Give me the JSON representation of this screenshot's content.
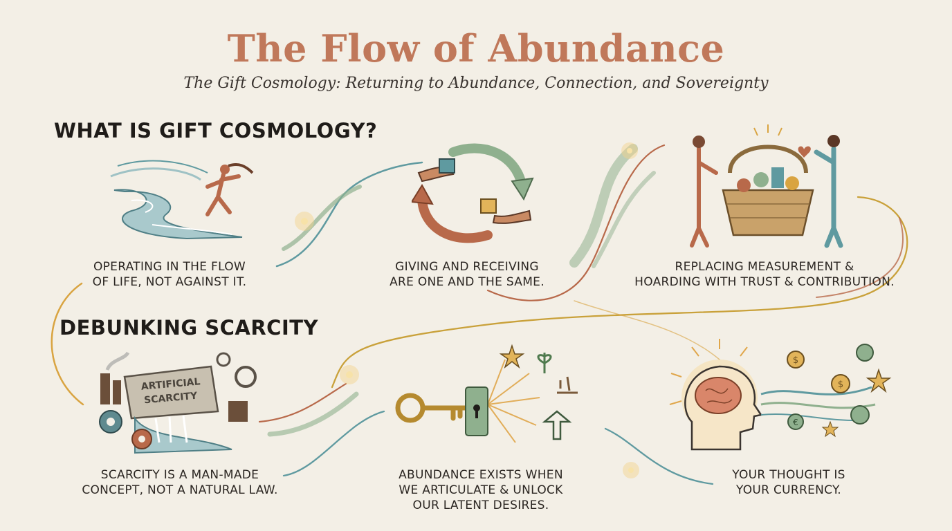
{
  "title": "The Flow of Abundance",
  "subtitle": "The Gift Cosmology: Returning to Abundance, Connection, and Sovereignty",
  "sections": [
    {
      "heading": "WHAT IS GIFT COSMOLOGY?"
    },
    {
      "heading": "DEBUNKING SCARCITY"
    }
  ],
  "cards": [
    {
      "icon": "river-runner-icon",
      "caption_1": "OPERATING IN THE FLOW",
      "caption_2": "OF LIFE, NOT AGAINST IT."
    },
    {
      "icon": "giving-receiving-cycle-icon",
      "caption_1": "GIVING AND RECEIVING",
      "caption_2": "ARE ONE AND THE SAME."
    },
    {
      "icon": "community-basket-icon",
      "caption_1": "REPLACING MEASUREMENT &",
      "caption_2": "HOARDING WITH TRUST & CONTRIBUTION."
    },
    {
      "icon": "scarcity-dam-icon",
      "label_1": "ARTIFICIAL",
      "label_2": "SCARCITY",
      "caption_1": "SCARCITY IS A MAN-MADE",
      "caption_2": "CONCEPT, NOT A NATURAL LAW."
    },
    {
      "icon": "key-unlock-icon",
      "caption_1": "ABUNDANCE EXISTS WHEN",
      "caption_2": "WE ARTICULATE & UNLOCK",
      "caption_3": "OUR LATENT DESIRES."
    },
    {
      "icon": "thought-currency-icon",
      "caption_1": "YOUR THOUGHT IS",
      "caption_2": "YOUR CURRENCY."
    }
  ],
  "colors": {
    "title": "#c0785a",
    "terracotta": "#b8694a",
    "sage": "#8fb08e",
    "teal": "#5f9aa0",
    "gold": "#d9a441",
    "background": "#f3efe6"
  }
}
